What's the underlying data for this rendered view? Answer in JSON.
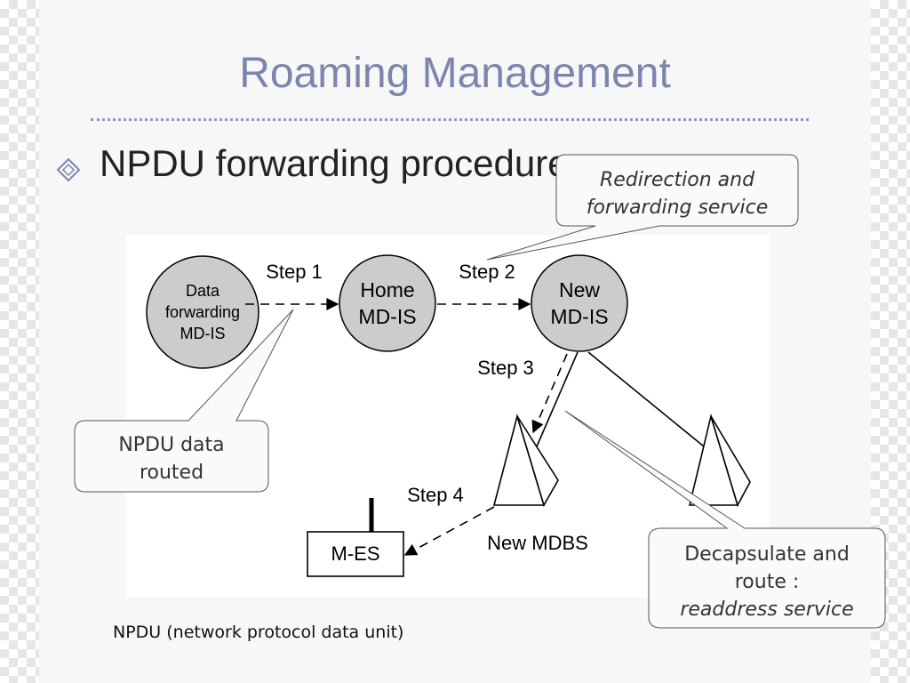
{
  "slide": {
    "title": "Roaming Management",
    "bullet": "NPDU forwarding procedure",
    "footnote": "NPDU (network protocol data unit)"
  },
  "diagram": {
    "nodes": {
      "data_forwarding": [
        "Data",
        "forwarding",
        "MD-IS"
      ],
      "home": [
        "Home",
        "MD-IS"
      ],
      "new": [
        "New",
        "MD-IS"
      ],
      "mes": "M-ES",
      "mdbs_label": "New MDBS"
    },
    "steps": {
      "step1": "Step 1",
      "step2": "Step 2",
      "step3": "Step 3",
      "step4": "Step 4"
    },
    "callouts": {
      "redirection": [
        "Redirection and",
        "forwarding service"
      ],
      "npdu_routed": [
        "NPDU data",
        "routed"
      ],
      "decapsulate": [
        "Decapsulate and",
        "route :",
        "readdress service"
      ]
    }
  },
  "colors": {
    "title": "#7b85ad",
    "node_fill": "#cccccc",
    "rule": "#8a95c2"
  }
}
